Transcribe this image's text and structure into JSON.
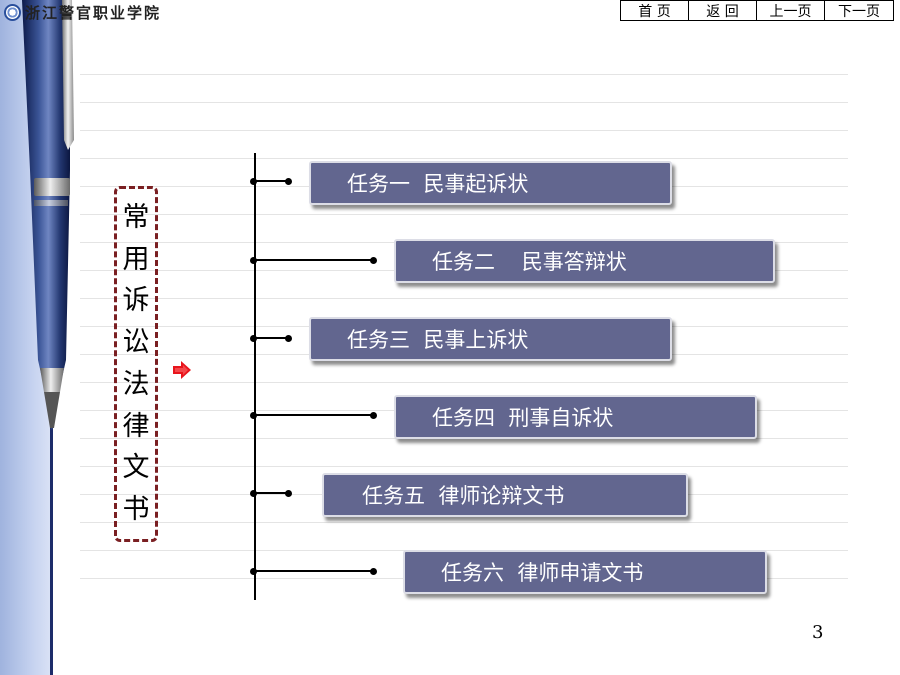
{
  "header": {
    "school_name": "浙江警官职业学院",
    "logo_icon": "school-emblem-icon"
  },
  "nav": {
    "items": [
      "首  页",
      "返  回",
      "上一页",
      "下一页"
    ]
  },
  "slide": {
    "vertical_title": [
      "常",
      "用",
      "诉",
      "讼",
      "法",
      "律",
      "文",
      "书"
    ],
    "arrow_icon": "right-arrow-icon",
    "tasks": [
      "任务一  民事起诉状",
      "任务二    民事答辩状",
      "任务三  民事上诉状",
      "任务四  刑事自诉状",
      "任务五  律师论辩文书",
      "任务六  律师申请文书"
    ],
    "page_number": "3"
  },
  "colors": {
    "task_fill": "#62668f",
    "task_border": "#dcdde6",
    "title_border": "#7a1f22",
    "arrow": "#e8141c",
    "strip": "#c4d1ef"
  }
}
